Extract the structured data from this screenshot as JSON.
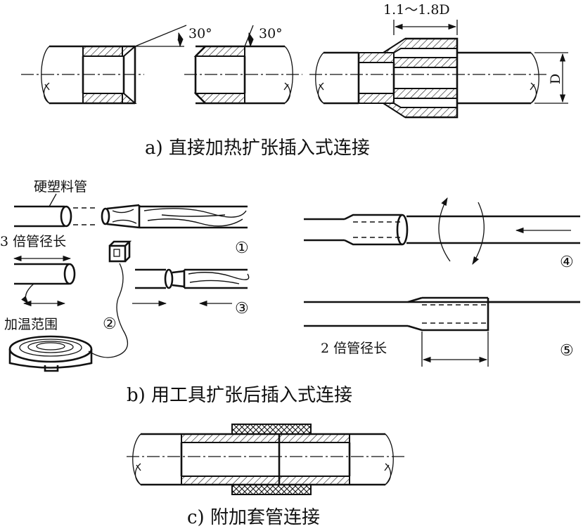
{
  "panel_a": {
    "caption": "a) 直接加热扩张插入式连接",
    "angle_1": "30°",
    "angle_2": "30°",
    "length_label": "1.1～1.8D",
    "dia_label": "D"
  },
  "panel_b": {
    "caption": "b) 用工具扩张后插入式连接",
    "pipe_label": "硬塑料管",
    "len3_label": "3 倍管径长",
    "heat_label": "加温范围",
    "len2_label": "2 倍管径长",
    "step_1": "①",
    "step_2": "②",
    "step_3": "③",
    "step_4": "④",
    "step_5": "⑤"
  },
  "panel_c": {
    "caption": "c) 附加套管连接"
  }
}
